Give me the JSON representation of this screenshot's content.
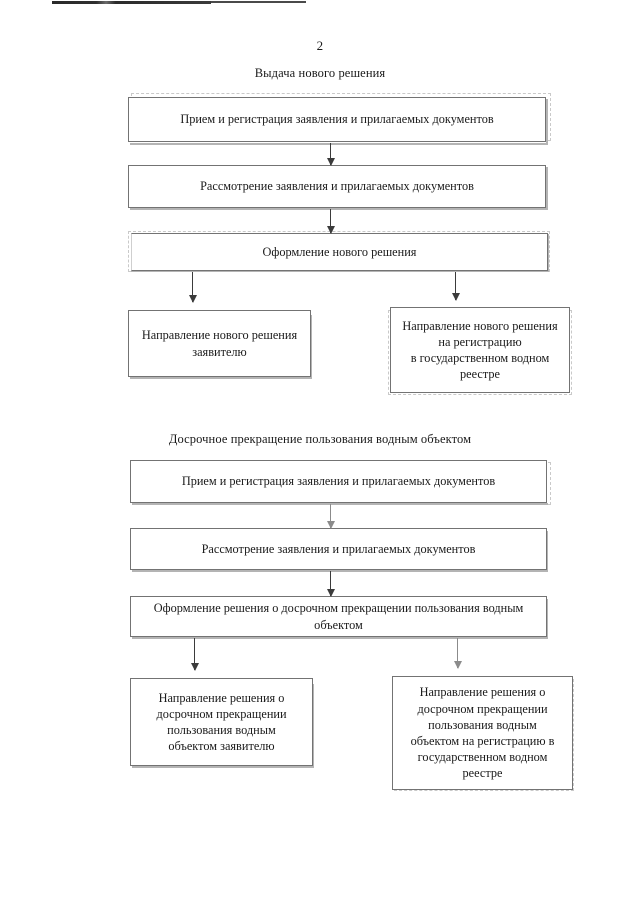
{
  "document": {
    "page_number": "2",
    "language": "ru"
  },
  "sections": [
    {
      "id": "new-decision",
      "title": "Выдача нового решения",
      "steps": [
        {
          "id": "s1-intake",
          "label": "Прием и регистрация заявления и прилагаемых документов"
        },
        {
          "id": "s1-review",
          "label": "Рассмотрение заявления и прилагаемых документов"
        },
        {
          "id": "s1-issue",
          "label": "Оформление нового решения"
        },
        {
          "id": "s1-send-applicant",
          "label": "Направление нового решения заявителю"
        },
        {
          "id": "s1-send-registry",
          "label": "Направление нового решения\nна регистрацию\nв государственном водном\nреестре"
        }
      ]
    },
    {
      "id": "early-termination",
      "title": "Досрочное прекращение пользования водным объектом",
      "steps": [
        {
          "id": "s2-intake",
          "label": "Прием и регистрация заявления и прилагаемых документов"
        },
        {
          "id": "s2-review",
          "label": "Рассмотрение заявления и прилагаемых документов"
        },
        {
          "id": "s2-issue",
          "label": "Оформление  решения о досрочном прекращении пользования водным объектом"
        },
        {
          "id": "s2-send-applicant",
          "label": "Направление решения о\nдосрочном прекращении\nпользования водным\nобъектом заявителю"
        },
        {
          "id": "s2-send-registry",
          "label": "Направление решения  о\nдосрочном прекращении\nпользования водным\nобъектом на регистрацию в\nгосударственном водном\nреестре"
        }
      ]
    }
  ],
  "connectors": [
    {
      "id": "c1",
      "from": "s1-intake",
      "to": "s1-review"
    },
    {
      "id": "c2",
      "from": "s1-review",
      "to": "s1-issue"
    },
    {
      "id": "c3",
      "from": "s1-issue",
      "to": "s1-send-applicant"
    },
    {
      "id": "c4",
      "from": "s1-issue",
      "to": "s1-send-registry"
    },
    {
      "id": "c5",
      "from": "s2-intake",
      "to": "s2-review"
    },
    {
      "id": "c6",
      "from": "s2-review",
      "to": "s2-issue"
    },
    {
      "id": "c7",
      "from": "s2-issue",
      "to": "s2-send-applicant"
    },
    {
      "id": "c8",
      "from": "s2-issue",
      "to": "s2-send-registry"
    }
  ],
  "colors": {
    "page_background": "#ffffff",
    "text": "#1a1a1a",
    "box_border": "#737373",
    "arrow": "#3b3b3b",
    "ghost_outline": "#c9c9c9"
  }
}
